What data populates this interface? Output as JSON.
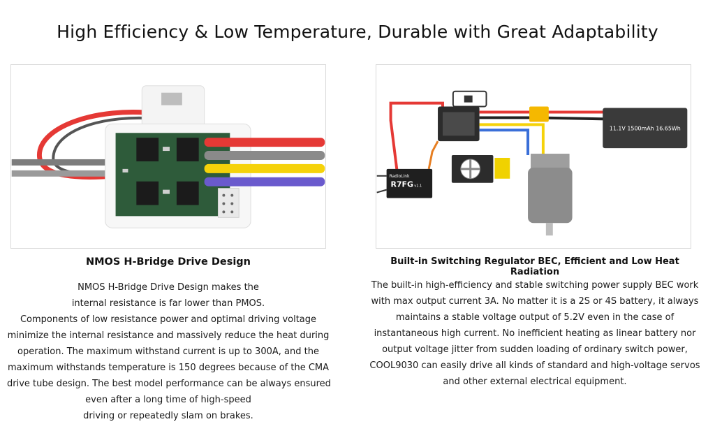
{
  "page": {
    "title": "High Efficiency & Low Temperature, Durable with Great Adaptability"
  },
  "left_section": {
    "image_alt": "NMOS H-bridge circuit board in white casing with red, grey, yellow and blue wires",
    "heading": "NMOS H-Bridge Drive Design",
    "lines": [
      "NMOS H-Bridge Drive Design makes the",
      "internal resistance is far lower than PMOS.",
      "Components of low resistance power and optimal driving voltage",
      "minimize the internal resistance and massively reduce the heat during",
      "operation. The maximum withstand current is up to 300A, and the",
      "maximum withstands temperature is 150 degrees because of the CMA",
      "drive tube design. The best model performance can be always ensured",
      "even after a long time of high-speed",
      "driving or repeatedly slam on brakes."
    ]
  },
  "right_section": {
    "image_alt": "Wiring diagram: ESC connected to battery, receiver, servo and motor",
    "battery_label": "11.1V  1500mAh  16.65Wh",
    "receiver_brand": "RadioLink",
    "receiver_model": "R7FG",
    "receiver_version": "v1.1",
    "heading": "Built-in Switching Regulator BEC, Efficient and Low Heat Radiation",
    "lines": [
      "The built-in high-efficiency and stable switching power supply BEC work",
      "with max output current 3A. No matter it is a 2S or 4S battery, it always",
      "maintains a stable voltage output of 5.2V even in the case of",
      "instantaneous high current. No inefficient heating as linear battery nor",
      "output voltage jitter from sudden loading of ordinary switch power,",
      "COOL9030 can easily drive all kinds of standard and high-voltage servos",
      "and other external electrical equipment."
    ]
  },
  "colors": {
    "wire_red": "#e53935",
    "wire_grey": "#8a8a8a",
    "wire_yellow": "#f5d20a",
    "wire_blue": "#6a5acd",
    "pcb_green": "#2e5b3a",
    "mosfet": "#1b1b1b",
    "battery": "#3a3a3a",
    "motor": "#8c8c8c"
  }
}
